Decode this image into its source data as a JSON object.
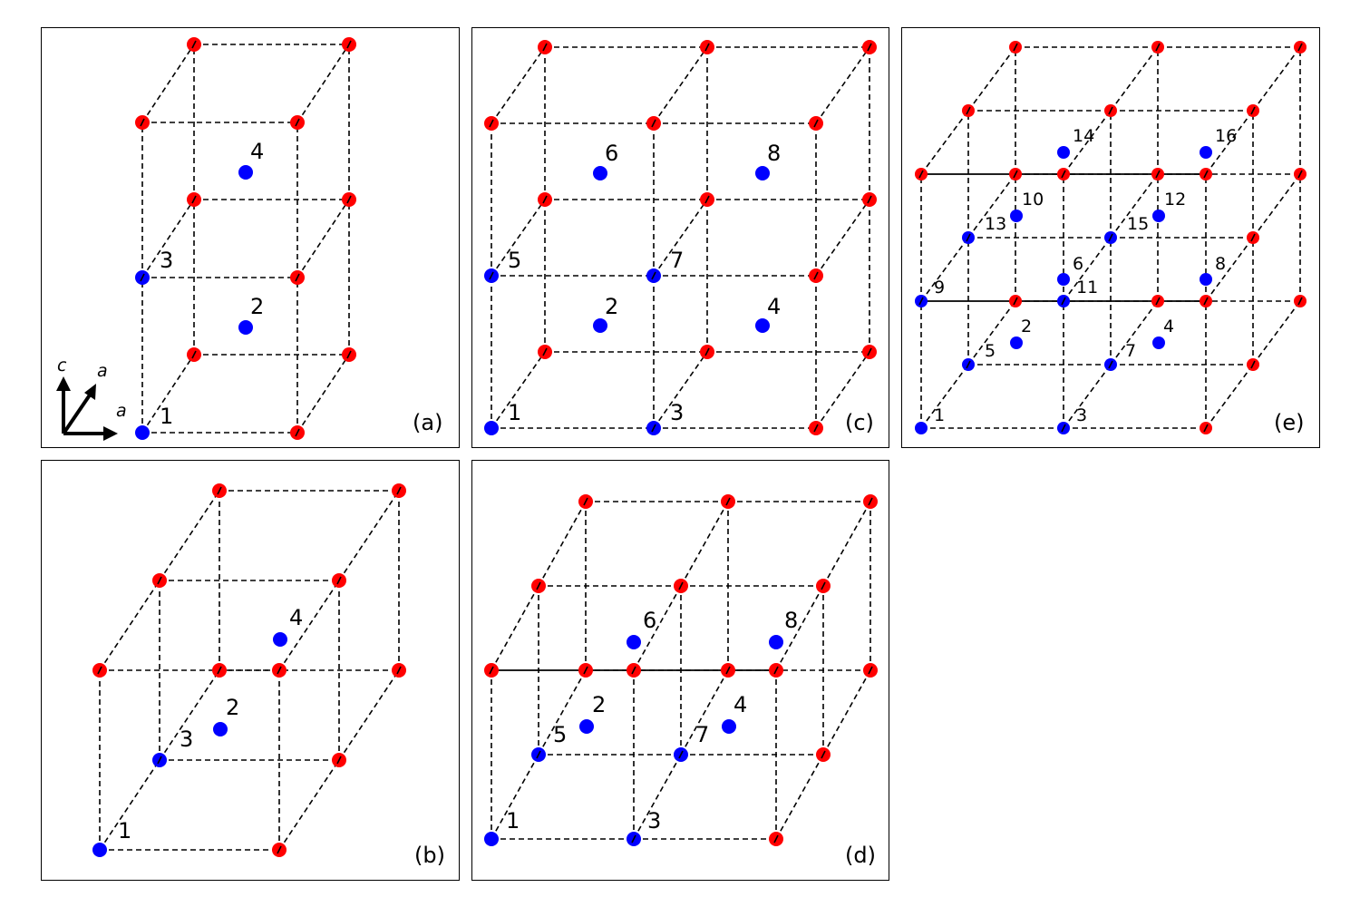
{
  "colors": {
    "red_atom": "#ff0000",
    "blue_atom": "#0000ff",
    "line": "#000000"
  },
  "axes_indicator": {
    "labels": [
      "c",
      "a",
      "a"
    ]
  },
  "panels": [
    {
      "id": "a",
      "label": "(a)",
      "site_numbers": [
        "1",
        "2",
        "3",
        "4"
      ]
    },
    {
      "id": "b",
      "label": "(b)",
      "site_numbers": [
        "1",
        "2",
        "3",
        "4"
      ]
    },
    {
      "id": "c",
      "label": "(c)",
      "site_numbers": [
        "1",
        "2",
        "3",
        "4",
        "5",
        "6",
        "7",
        "8"
      ]
    },
    {
      "id": "d",
      "label": "(d)",
      "site_numbers": [
        "1",
        "2",
        "3",
        "4",
        "5",
        "6",
        "7",
        "8"
      ]
    },
    {
      "id": "e",
      "label": "(e)",
      "site_numbers": [
        "1",
        "2",
        "3",
        "4",
        "5",
        "6",
        "7",
        "8",
        "9",
        "10",
        "11",
        "12",
        "13",
        "14",
        "15",
        "16"
      ]
    }
  ]
}
